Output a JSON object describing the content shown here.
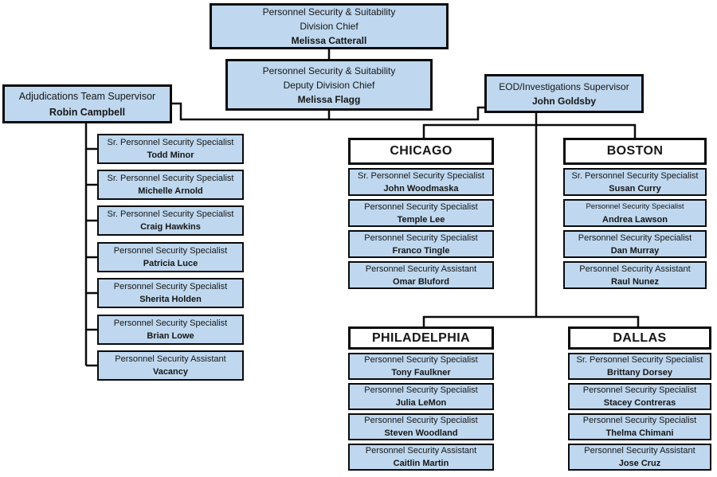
{
  "colors": {
    "box_fill": "#bfd8ef",
    "box_border": "#0a0a0a",
    "header_fill": "#ffffff",
    "line_color": "#0a0a0a"
  },
  "org": {
    "division_chief": {
      "line1": "Personnel Security & Suitability",
      "line2": "Division Chief",
      "name": "Melissa Catterall"
    },
    "deputy_division_chief": {
      "line1": "Personnel Security & Suitability",
      "line2": "Deputy Division Chief",
      "name": "Melissa Flagg"
    },
    "adjudications_supervisor": {
      "title": "Adjudications Team Supervisor",
      "name": "Robin Campbell"
    },
    "eod_supervisor": {
      "title": "EOD/Investigations Supervisor",
      "name": "John Goldsby"
    },
    "adjudications_team": [
      {
        "title": "Sr. Personnel Security Specialist",
        "name": "Todd Minor"
      },
      {
        "title": "Sr. Personnel Security Specialist",
        "name": "Michelle Arnold"
      },
      {
        "title": "Sr. Personnel Security Specialist",
        "name": "Craig Hawkins"
      },
      {
        "title": "Personnel Security Specialist",
        "name": "Patricia Luce"
      },
      {
        "title": "Personnel Security Specialist",
        "name": "Sherita Holden"
      },
      {
        "title": "Personnel Security Specialist",
        "name": "Brian Lowe"
      },
      {
        "title": "Personnel Security Assistant",
        "name": "Vacancy"
      }
    ],
    "offices": [
      {
        "city": "CHICAGO",
        "members": [
          {
            "title": "Sr. Personnel Security Specialist",
            "name": "John Woodmaska"
          },
          {
            "title": "Personnel Security Specialist",
            "name": "Temple Lee"
          },
          {
            "title": "Personnel Security Specialist",
            "name": "Franco Tingle"
          },
          {
            "title": "Personnel Security Assistant",
            "name": "Omar Bluford"
          }
        ]
      },
      {
        "city": "BOSTON",
        "members": [
          {
            "title": "Sr. Personnel Security Specialist",
            "name": "Susan Curry"
          },
          {
            "title": "Personnel Security Specialist",
            "name": "Andrea Lawson"
          },
          {
            "title": "Personnel Security Specialist",
            "name": "Dan Murray"
          },
          {
            "title": "Personnel Security Assistant",
            "name": "Raul Nunez"
          }
        ]
      },
      {
        "city": "PHILADELPHIA",
        "members": [
          {
            "title": "Personnel Security Specialist",
            "name": "Tony Faulkner"
          },
          {
            "title": "Personnel Security Specialist",
            "name": "Julia LeMon"
          },
          {
            "title": "Personnel Security Specialist",
            "name": "Steven Woodland"
          },
          {
            "title": "Personnel Security Assistant",
            "name": "Caitlin Martin"
          }
        ]
      },
      {
        "city": "DALLAS",
        "members": [
          {
            "title": "Sr. Personnel Security Specialist",
            "name": "Brittany Dorsey"
          },
          {
            "title": "Personnel Security Specialist",
            "name": "Stacey Contreras"
          },
          {
            "title": "Personnel Security Specialist",
            "name": "Thelma Chimani"
          },
          {
            "title": "Personnel Security Assistant",
            "name": "Jose Cruz"
          }
        ]
      }
    ]
  }
}
